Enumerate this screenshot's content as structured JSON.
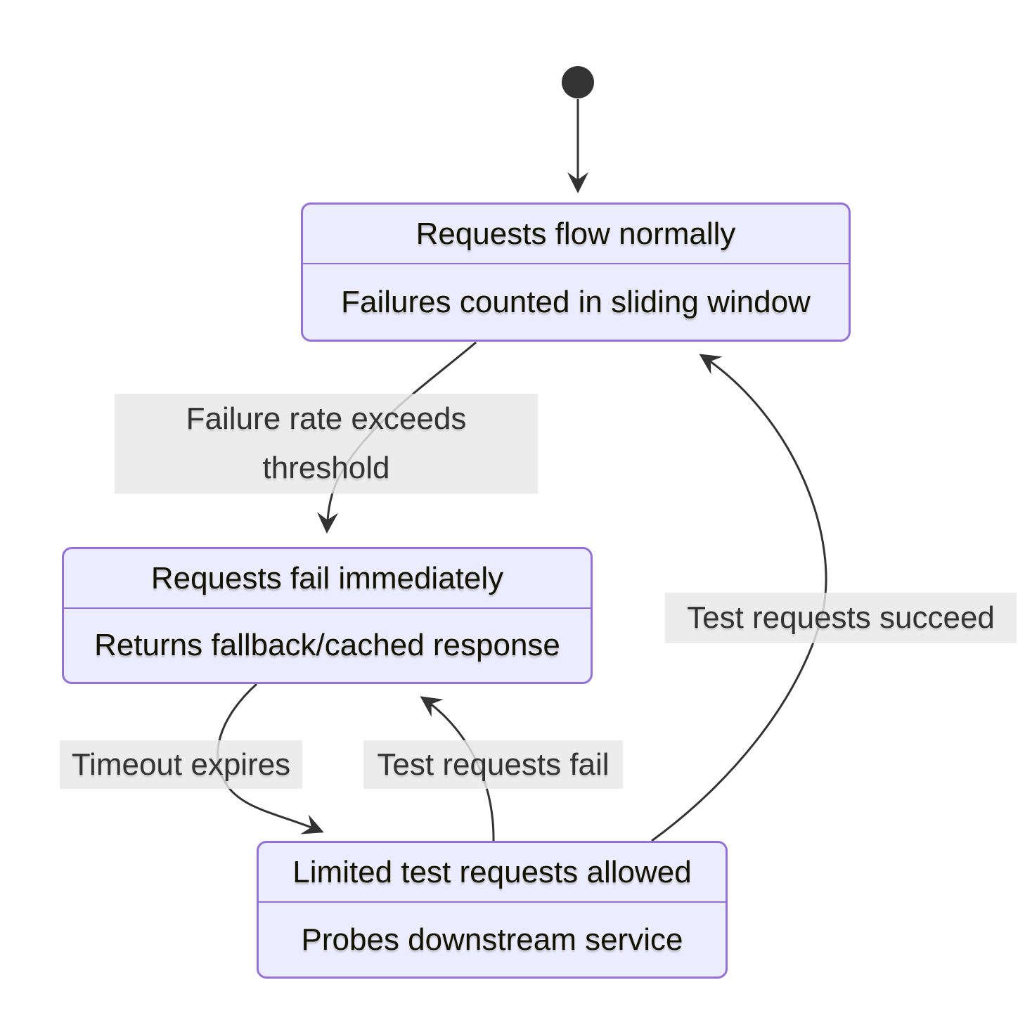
{
  "states": {
    "closed": {
      "title": "Requests flow normally",
      "description": "Failures counted in sliding window"
    },
    "open": {
      "title": "Requests fail immediately",
      "description": "Returns fallback/cached response"
    },
    "half_open": {
      "title": "Limited test requests allowed",
      "description": "Probes downstream service"
    }
  },
  "edge_labels": {
    "failure_line1": "Failure rate exceeds",
    "failure_line2": "threshold",
    "timeout": "Timeout expires",
    "test_fail": "Test requests fail",
    "test_succeed": "Test requests succeed"
  },
  "transitions": [
    {
      "from": "start",
      "to": "closed",
      "label": ""
    },
    {
      "from": "closed",
      "to": "open",
      "label": "Failure rate exceeds threshold"
    },
    {
      "from": "open",
      "to": "half_open",
      "label": "Timeout expires"
    },
    {
      "from": "half_open",
      "to": "open",
      "label": "Test requests fail"
    },
    {
      "from": "half_open",
      "to": "closed",
      "label": "Test requests succeed"
    }
  ],
  "colors": {
    "state_fill": "#ECECFF",
    "state_border": "#9370DB",
    "state_text": "#131300",
    "edge_line": "#333333",
    "edge_label_bg": "#e8e8e8",
    "edge_label_text": "#333333",
    "start_dot": "#333333",
    "background": "#ffffff"
  }
}
